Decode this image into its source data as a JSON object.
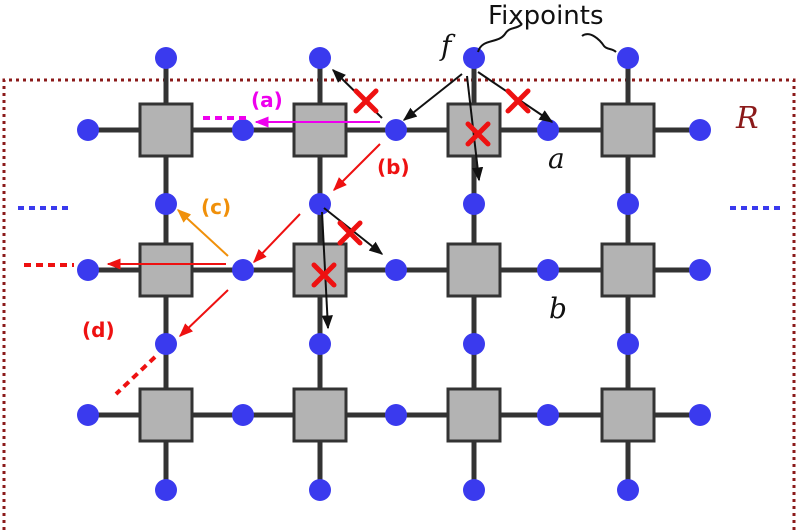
{
  "labels": {
    "fixpoints": "Fixpoints",
    "f": "f",
    "a": "a",
    "b": "b",
    "R": "R",
    "case_a": "(a)",
    "case_b": "(b)",
    "case_c": "(c)",
    "case_d": "(d)"
  },
  "colors": {
    "node": "#3a3aee",
    "square_fill": "#b3b3b3",
    "square_stroke": "#333333",
    "edge": "#333333",
    "region_border": "#8b1a1a",
    "magenta": "#ee00ee",
    "red": "#ee1111",
    "orange": "#f0900a",
    "black": "#111111",
    "blue_dots": "#3a3aee"
  }
}
